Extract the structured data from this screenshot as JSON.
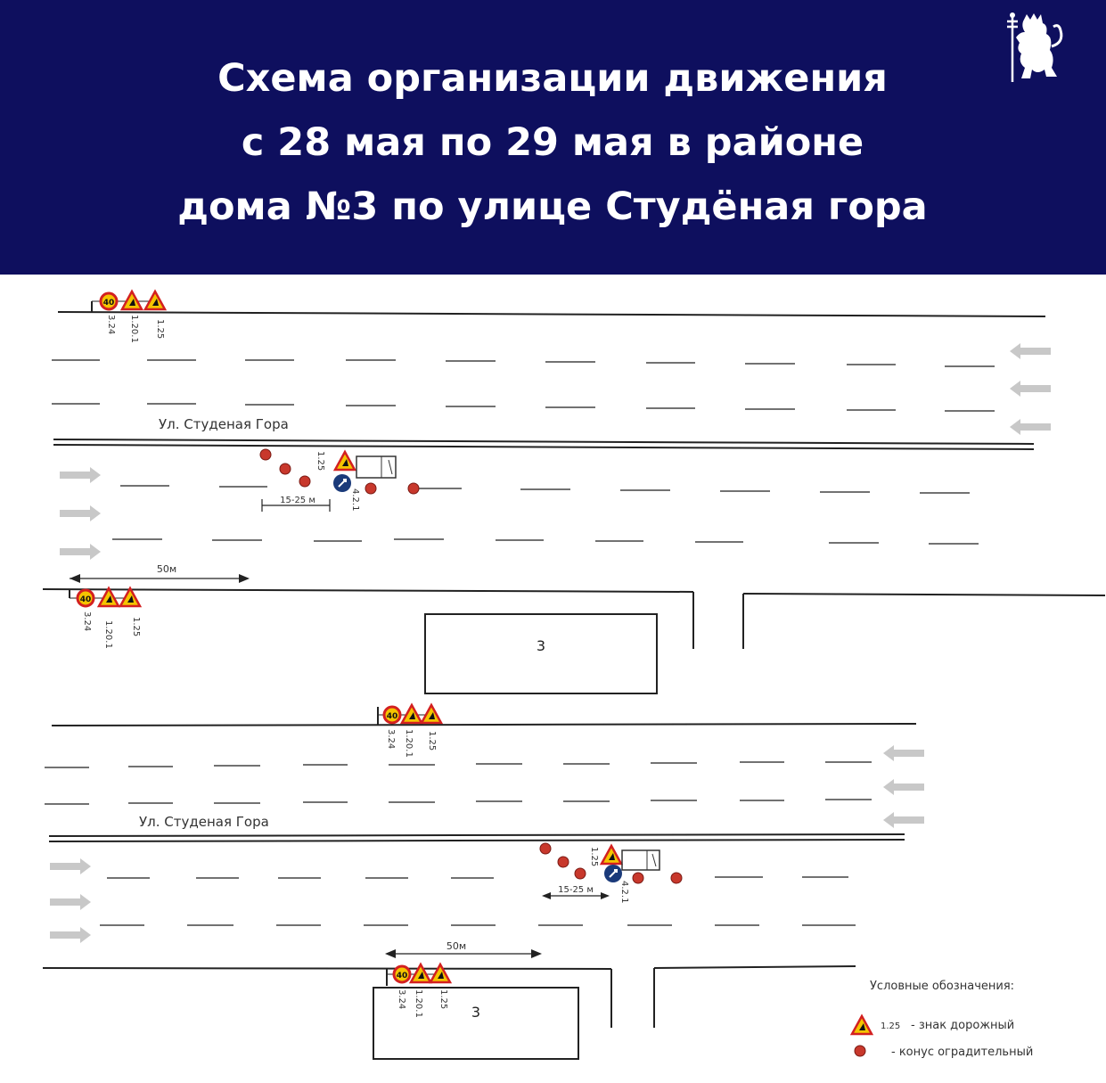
{
  "header": {
    "title_lines": [
      "Схема организации движения",
      "с 28 мая по 29 мая  в районе",
      "дома №3 по улице Студёная гора"
    ],
    "background_color": "#0e0f5e",
    "text_color": "#ffffff",
    "logo_icon": "lion-coat-of-arms-icon"
  },
  "diagram": {
    "street_name": "Ул. Студеная Гора",
    "building_number": "3",
    "distance_50": "50м",
    "distance_work_zone": "15-25 м",
    "sign_codes": {
      "speed_limit": "3.24",
      "road_narrows": "1.20.1",
      "road_works": "1.25",
      "direction": "4.2.1"
    },
    "speed_limit_value": "40",
    "legend": {
      "title": "Условные обозначения:",
      "sign_code": "1.25",
      "sign_text": "- знак дорожный",
      "cone_text": "- конус оградительный"
    },
    "colors": {
      "sign_yellow": "#f5c400",
      "sign_red": "#d32020",
      "cone": "#c8382c",
      "blue_sign": "#1a3a7a",
      "arrow_gray": "#c8c8c8"
    }
  }
}
